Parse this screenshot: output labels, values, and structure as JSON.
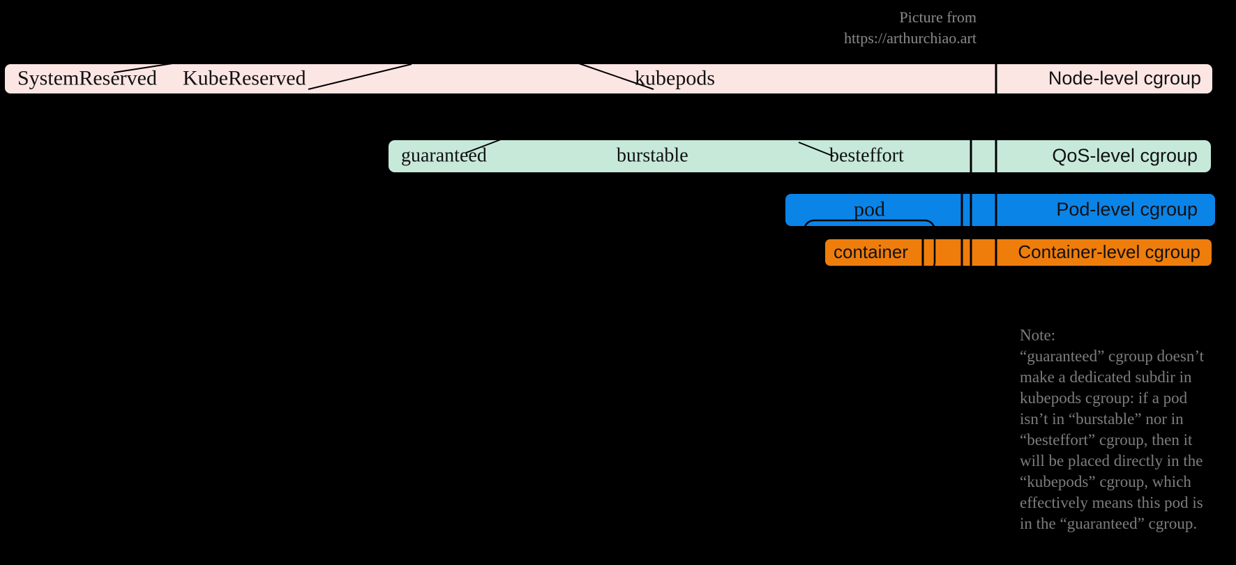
{
  "attribution": {
    "line1": "Picture from",
    "line2": "https://arthurchiao.art"
  },
  "bars": {
    "node": {
      "segments": {
        "system_reserved": "SystemReserved",
        "kube_reserved": "KubeReserved",
        "kubepods": "kubepods"
      },
      "label": "Node-level cgroup",
      "color": "#fce6e3"
    },
    "qos": {
      "segments": {
        "guaranteed": "guaranteed",
        "burstable": "burstable",
        "besteffort": "besteffort"
      },
      "label": "QoS-level cgroup",
      "color": "#c7e9da"
    },
    "pod": {
      "segments": {
        "pod": "pod"
      },
      "label": "Pod-level cgroup",
      "color": "#0b84e8"
    },
    "container": {
      "segments": {
        "container": "container"
      },
      "label": "Container-level cgroup",
      "color": "#ee7d0c"
    }
  },
  "note": {
    "lines": [
      "Note:",
      "“guaranteed” cgroup doesn’t",
      "make a dedicated subdir in",
      "kubepods cgroup: if a pod",
      "isn’t in “burstable” nor in",
      "“besteffort” cgroup, then it",
      "will be placed directly in the",
      "“kubepods” cgroup, which",
      "effectively means this pod is",
      "in the “guaranteed” cgroup."
    ],
    "text_color": "#7d7d7d"
  },
  "background_color": "#000000"
}
